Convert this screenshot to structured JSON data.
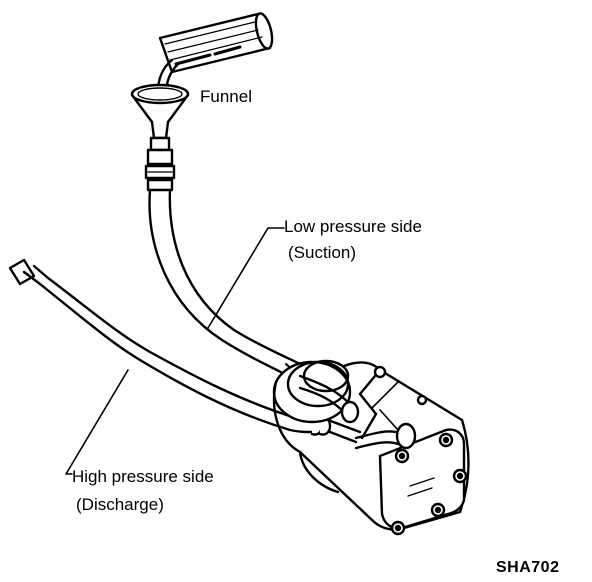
{
  "labels": {
    "funnel": "Funnel",
    "low_pressure_side": "Low pressure side",
    "suction": "(Suction)",
    "high_pressure_side": "High pressure side",
    "discharge": "(Discharge)"
  },
  "figure_code": "SHA702"
}
